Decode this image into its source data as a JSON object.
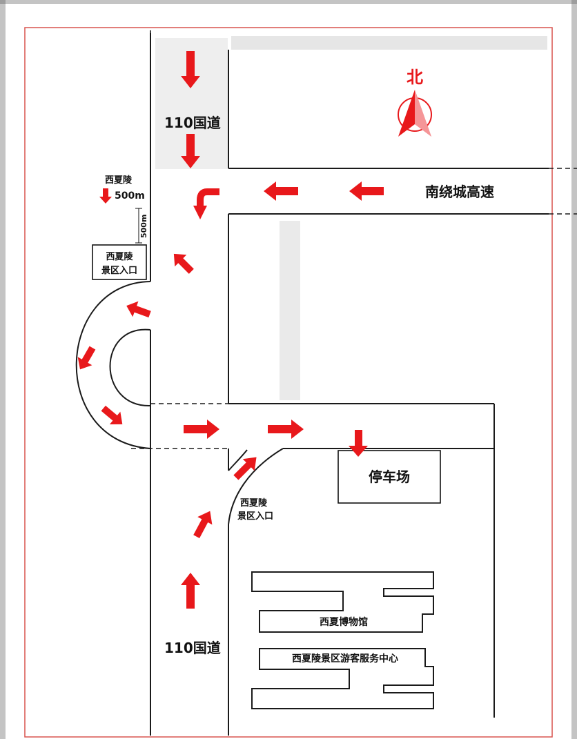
{
  "compass": {
    "label": "北",
    "color": "#e8181b"
  },
  "roads": {
    "national_road_north": "110国道",
    "national_road_south": "110国道",
    "expressway": "南绕城高速"
  },
  "distance": {
    "target_name": "西夏陵",
    "distance_text": "500m",
    "marker_text": "500m"
  },
  "entrances": {
    "upper": {
      "line1": "西夏陵",
      "line2": "景区入口"
    },
    "lower": {
      "line1": "西夏陵",
      "line2": "景区入口"
    }
  },
  "parking": {
    "label": "停车场"
  },
  "buildings": {
    "museum": "西夏博物馆",
    "visitor_center": "西夏陵景区游客服务中心"
  },
  "colors": {
    "arrow": "#e8181b",
    "road": "#1a1a1a",
    "frame": "#d9534f"
  },
  "arrow_icons": [
    "arrow-down-icon",
    "arrow-left-icon",
    "arrow-right-icon",
    "arrow-up-icon",
    "arrow-diagonal-icon",
    "arrow-curved-icon"
  ]
}
